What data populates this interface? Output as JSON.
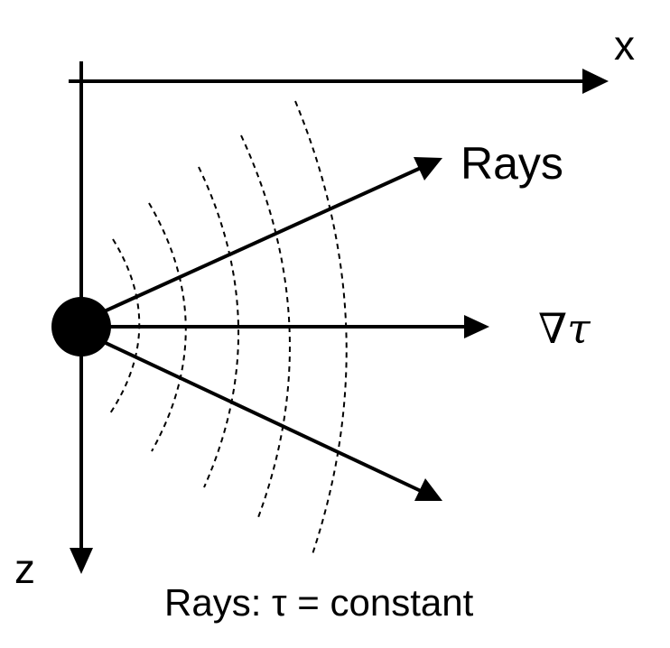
{
  "labels": {
    "x_axis": "x",
    "z_axis": "z",
    "rays": "Rays",
    "gradient": "∇τ",
    "caption": "Rays: τ = constant"
  },
  "colors": {
    "ink": "#000000",
    "background": "#ffffff"
  }
}
